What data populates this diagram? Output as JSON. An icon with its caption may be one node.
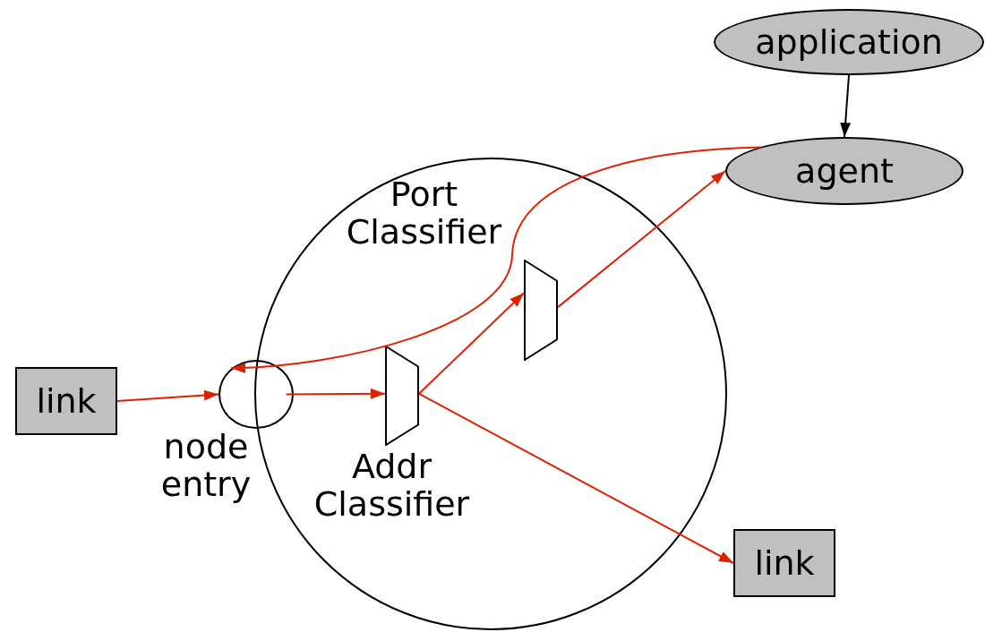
{
  "diagram": {
    "nodes": [
      {
        "text": [
          "link"
        ]
      },
      {
        "text": [],
        "shape": "circle"
      },
      {
        "text": [],
        "shape": "circle",
        "beside": [
          "node entry"
        ]
      },
      {
        "text": [],
        "shape": "trapezoid",
        "beside": [
          "Addr Classifier"
        ],
        "in": 1
      },
      {
        "text": [],
        "shape": "trapezoid",
        "beside": [
          "Port Classifier"
        ],
        "in": 1
      },
      {
        "text": [
          "application"
        ]
      },
      {
        "text": [
          "agent"
        ]
      },
      {
        "text": [
          "link"
        ]
      }
    ],
    "edges": [
      {
        "from": 0,
        "to": 2,
        "arrow": "to"
      },
      {
        "from": 2,
        "to": 3,
        "arrow": "to"
      },
      {
        "from": 3,
        "to": 4,
        "arrow": "to"
      },
      {
        "from": 3,
        "to": 7,
        "arrow": "to"
      },
      {
        "from": 4,
        "to": 6,
        "arrow": "to"
      },
      {
        "from": 5,
        "to": 6,
        "arrow": "to",
        "color": "#000000"
      },
      {
        "from": 6,
        "to": 2,
        "arrow": "to"
      }
    ]
  }
}
